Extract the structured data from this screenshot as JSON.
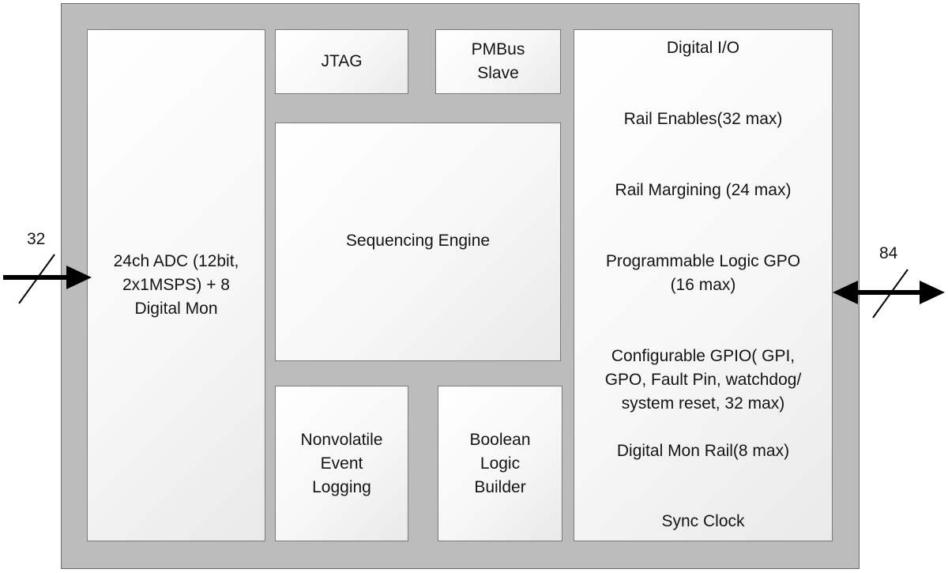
{
  "blocks": {
    "adc": "24ch ADC  (12bit,\n2x1MSPS) + 8\nDigital Mon",
    "jtag": "JTAG",
    "pmbus": "PMBus\nSlave",
    "sequencing": "Sequencing Engine",
    "logging": "Nonvolatile\nEvent\nLogging",
    "boolean": "Boolean\nLogic\nBuilder"
  },
  "digital_io": {
    "title": "Digital I/O",
    "items": [
      "Rail Enables(32 max)",
      "Rail Margining (24 max)",
      "Programmable Logic  GPO\n(16 max)",
      "Configurable GPIO( GPI,\nGPO, Fault Pin, watchdog/\nsystem reset,  32 max)",
      "Digital Mon Rail(8 max)",
      "Sync Clock"
    ]
  },
  "buses": {
    "input_width": "32",
    "io_width": "84"
  },
  "colors": {
    "chip_fill": "#bcbcbc",
    "block_fill": "#f7f7f7",
    "arrow": "#000000"
  }
}
